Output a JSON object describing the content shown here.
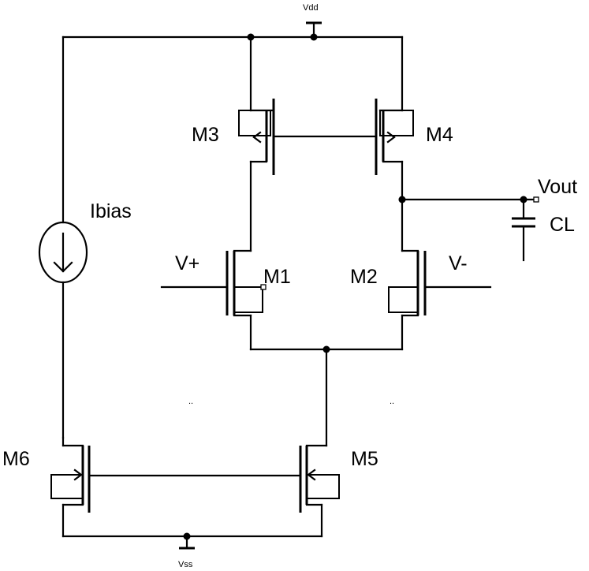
{
  "labels": {
    "vdd": "Vdd",
    "vss": "Vss",
    "ibias": "Ibias",
    "vout": "Vout",
    "cl": "CL",
    "vplus": "V+",
    "vminus": "V-",
    "m1": "M1",
    "m2": "M2",
    "m3": "M3",
    "m4": "M4",
    "m5": "M5",
    "m6": "M6",
    "dots_left": "..",
    "dots_right": ".."
  }
}
